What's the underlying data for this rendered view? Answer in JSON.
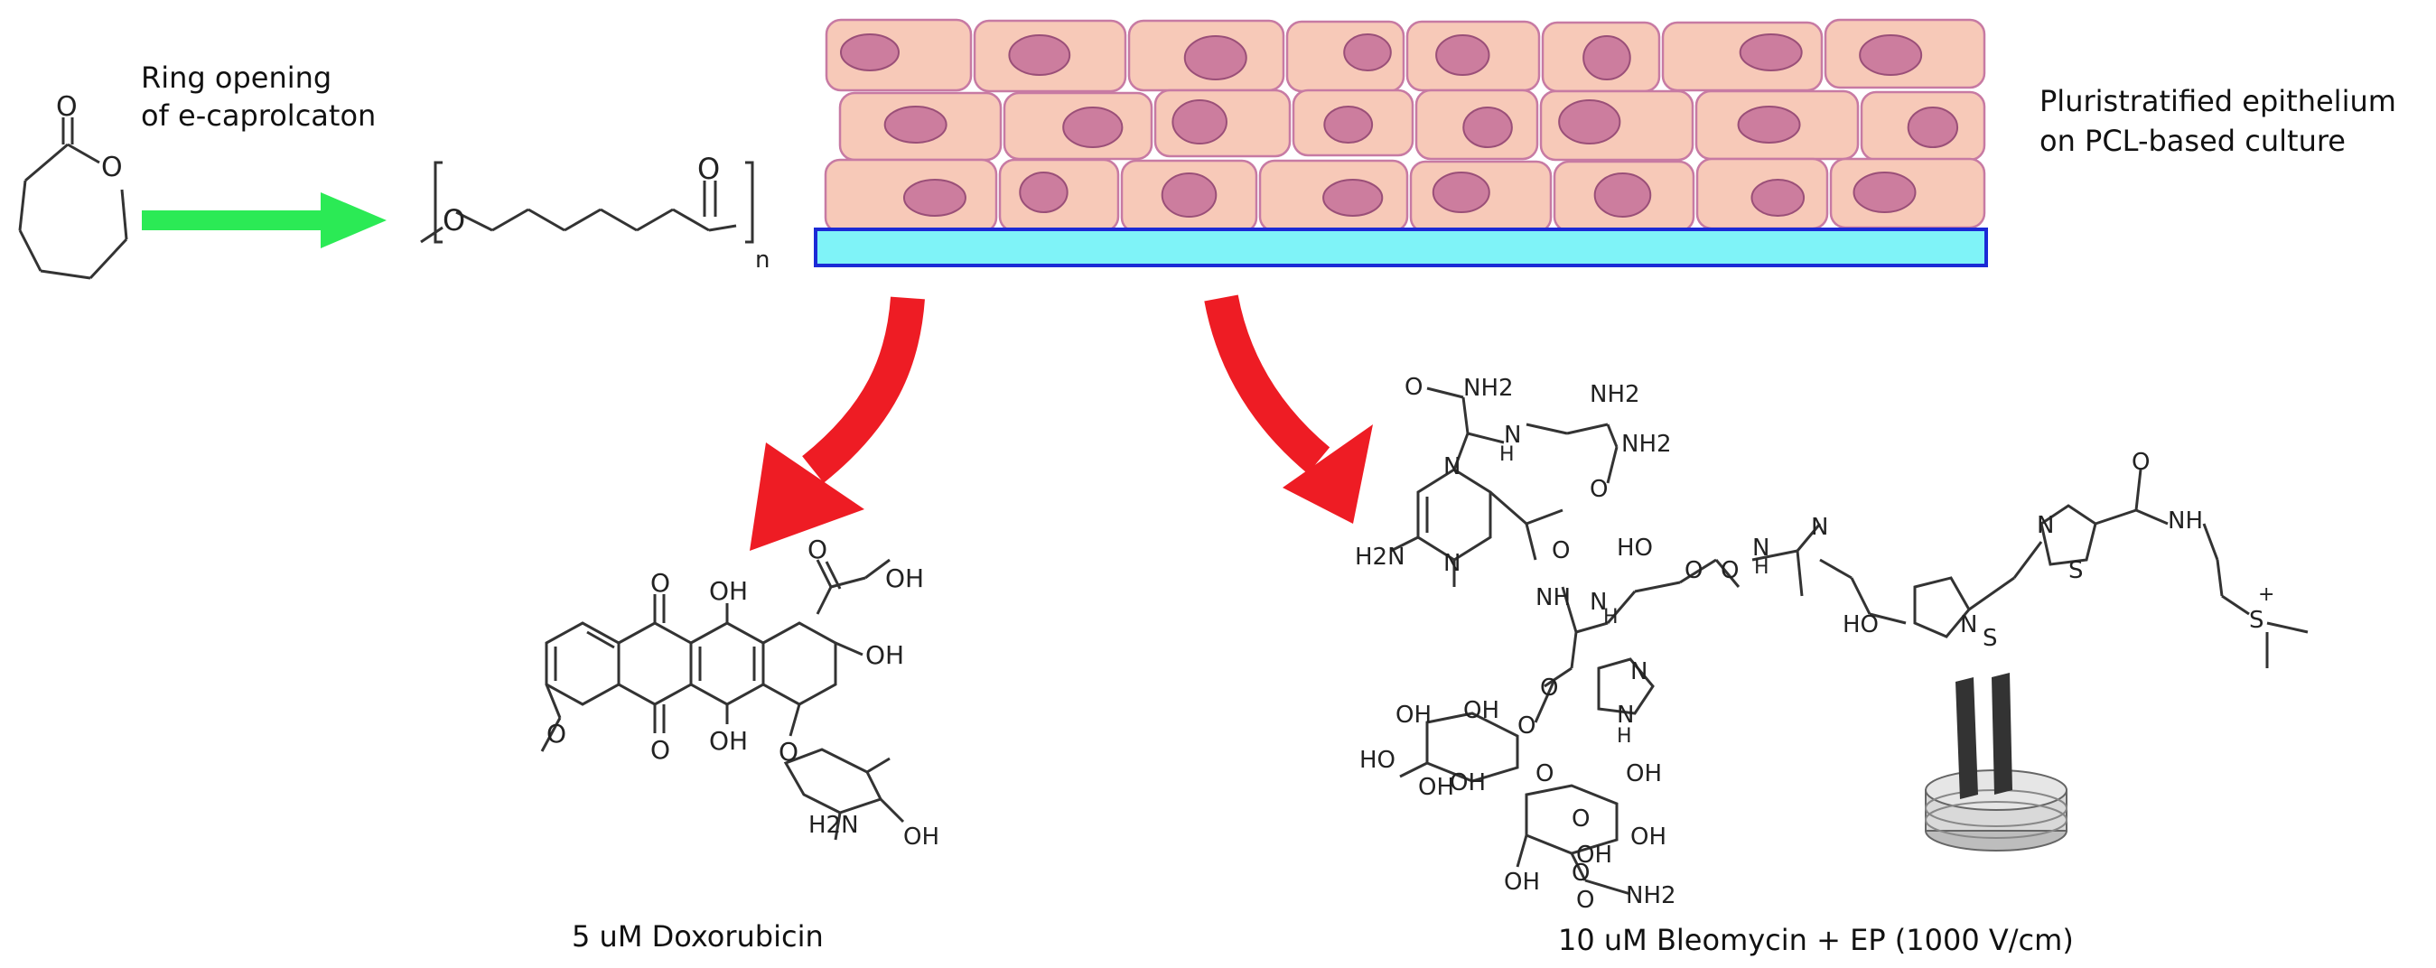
{
  "colors": {
    "cell_fill": "#f7c9b8",
    "cell_stroke": "#c77aa3",
    "nucleus_fill": "#cc7d9e",
    "nucleus_stroke": "#9a4f78",
    "scaffold_fill": "#7ff3f8",
    "scaffold_stroke": "#1b2ad6",
    "arrow_green": "#2bea55",
    "arrow_red": "#ee1c24",
    "bond": "#333333"
  },
  "labels": {
    "ring_opening_line1": "Ring opening",
    "ring_opening_line2": "of e-caprolcaton",
    "epithelium_line1": "Pluristratified epithelium",
    "epithelium_line2": "on PCL-based culture",
    "doxorubicin": "5 uM Doxorubicin",
    "bleomycin": "10 uM Bleomycin + EP (1000 V/cm)"
  },
  "caprolactone": {
    "atoms": [
      "O",
      "O"
    ]
  },
  "polymer": {
    "atoms": [
      "O",
      "O"
    ],
    "subscript": "n"
  },
  "doxorubicin_atoms": [
    "O",
    "OH",
    "O",
    "OH",
    "OH",
    "OH",
    "O",
    "O",
    "O",
    "H2N",
    "OH"
  ],
  "bleomycin_atoms": [
    "O",
    "NH2",
    "NH2",
    "H",
    "N",
    "O",
    "NH2",
    "N",
    "N",
    "H2N",
    "O",
    "HO",
    "O",
    "N",
    "H",
    "NH",
    "N",
    "N",
    "H",
    "O",
    "HO",
    "N",
    "S",
    "N",
    "S",
    "O",
    "NH",
    "S",
    "+",
    "O",
    "N",
    "N",
    "H",
    "OH",
    "O",
    "OH",
    "HO",
    "OH",
    "OH",
    "O",
    "OH",
    "OH",
    "O",
    "OH",
    "OH",
    "O",
    "O",
    "NH2"
  ],
  "icons": [
    "electrode-icon"
  ]
}
